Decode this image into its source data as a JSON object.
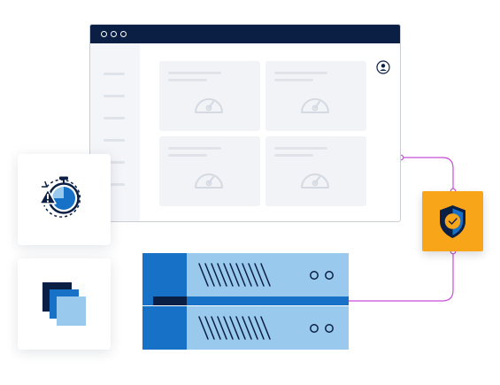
{
  "colors": {
    "navy": "#0b1f45",
    "blue": "#1771c7",
    "light_blue": "#99c9ec",
    "orange": "#f9a51a",
    "connector": "#c84fd8",
    "placeholder": "#f1f3f6"
  },
  "window": {
    "controls": [
      "window-dot",
      "window-dot",
      "window-dot"
    ],
    "cards": [
      {
        "icon": "gauge-icon"
      },
      {
        "icon": "gauge-icon"
      },
      {
        "icon": "gauge-icon"
      },
      {
        "icon": "gauge-icon"
      }
    ],
    "profile_icon": "user-icon"
  },
  "badges": {
    "shield_icon": "shield-check-icon",
    "timer_icon": "stopwatch-warning-icon",
    "layers_icon": "stacked-squares-icon"
  },
  "server": {
    "units": [
      {
        "icon": "server-unit",
        "indicators": 2
      },
      {
        "icon": "server-unit",
        "indicators": 2
      }
    ]
  }
}
